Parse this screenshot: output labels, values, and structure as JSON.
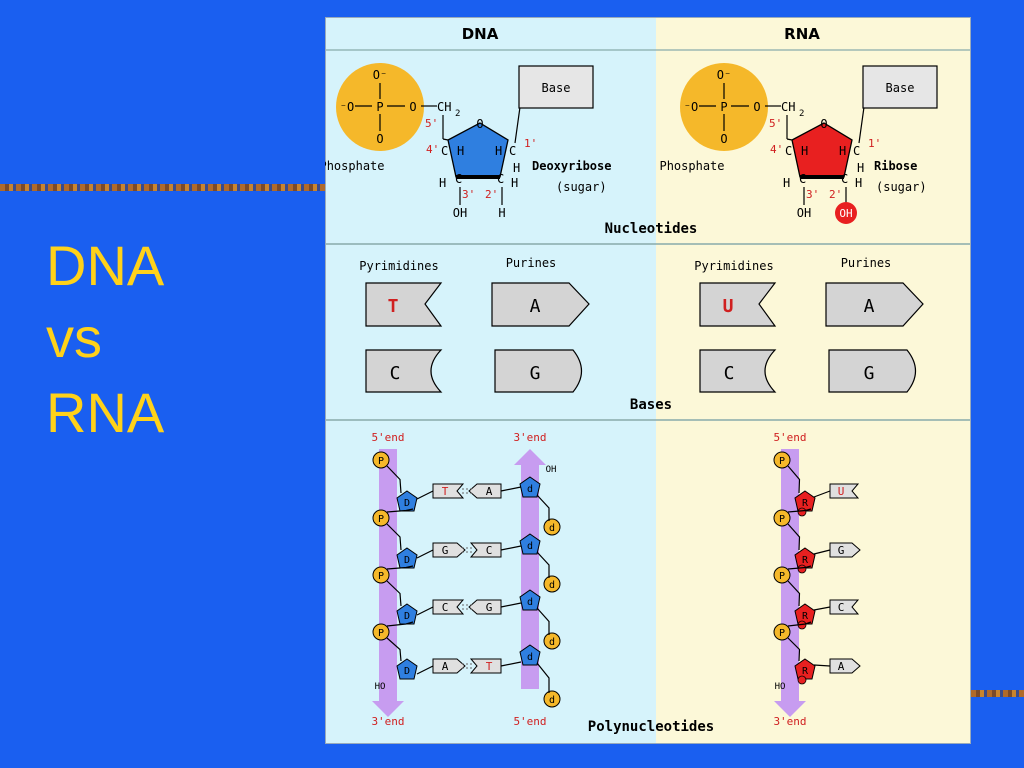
{
  "slide": {
    "title_lines": [
      "DNA",
      "vs",
      "RNA"
    ],
    "colors": {
      "background": "#1a5ff0",
      "title": "#ffd21a"
    }
  },
  "figure": {
    "headers": {
      "dna": "DNA",
      "rna": "RNA"
    },
    "nucleotides": {
      "section_label": "Nucleotides",
      "phosphate": {
        "o_top": "O⁻",
        "o_left": "⁻O",
        "p": "P",
        "o_right": "O",
        "o_bottom": "O",
        "label": "Phosphate"
      },
      "ring": {
        "ch2": "CH",
        "ch2_sub": "2",
        "ring_o": "O",
        "c": "C",
        "h": "H",
        "oh": "OH",
        "pos_5": "5'",
        "pos_4": "4'",
        "pos_3": "3'",
        "pos_2": "2'",
        "pos_1": "1'"
      },
      "base_box": "Base",
      "dna_sugar": {
        "name": "Deoxyribose",
        "type": "(sugar)",
        "c2_sub": "H",
        "color": "#2f7fe0"
      },
      "rna_sugar": {
        "name": "Ribose",
        "type": "(sugar)",
        "c2_sub": "OH",
        "color": "#e82020"
      },
      "phosphate_color": "#f5b82a"
    },
    "bases": {
      "section_label": "Bases",
      "pyrimidines_label": "Pyrimidines",
      "purines_label": "Purines",
      "dna": {
        "pyrimidines": [
          "T",
          "C"
        ],
        "purines": [
          "A",
          "G"
        ]
      },
      "rna": {
        "pyrimidines": [
          "U",
          "C"
        ],
        "purines": [
          "A",
          "G"
        ]
      }
    },
    "polynucleotides": {
      "section_label": "Polynucleotides",
      "end_5": "5'end",
      "end_3": "3'end",
      "oh": "OH",
      "ho": "HO",
      "p": "P",
      "d_label": "D",
      "d_rev": "d",
      "r_label": "R",
      "dna_pairs": [
        [
          "T",
          "A"
        ],
        [
          "G",
          "C"
        ],
        [
          "C",
          "G"
        ],
        [
          "A",
          "T"
        ]
      ],
      "rna_bases": [
        "U",
        "G",
        "C",
        "A"
      ]
    },
    "colors": {
      "dna_panel": "#d6f3fb",
      "rna_panel": "#fcf8d8",
      "strand": "#c79cf0",
      "highlight_text": "#d02020"
    }
  }
}
